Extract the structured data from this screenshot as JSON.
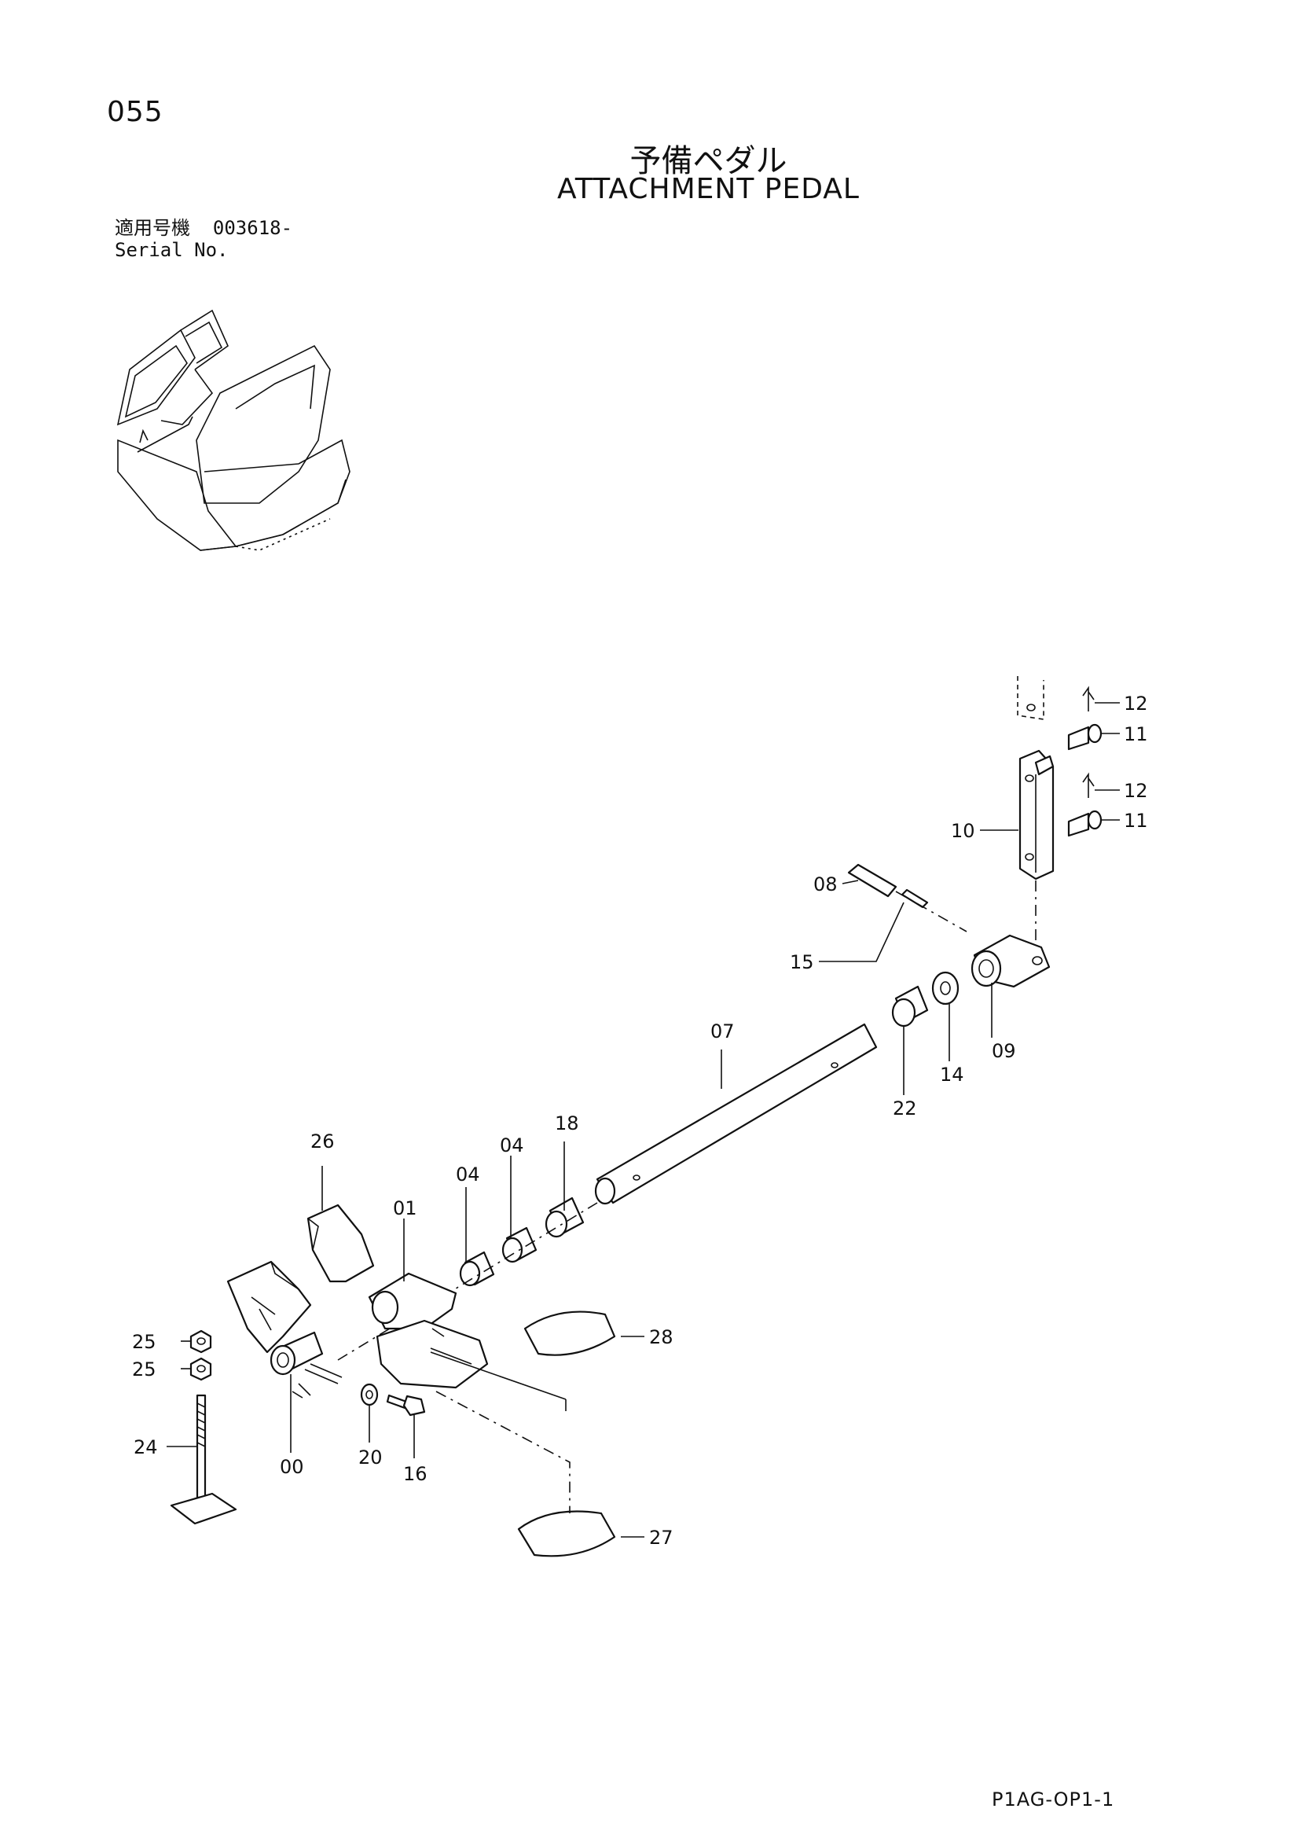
{
  "page": {
    "number": "055",
    "title_jp": "予備ペダル",
    "title_en": "ATTACHMENT PEDAL",
    "serial_label_jp": "適用号機",
    "serial_value": "003618-",
    "serial_label_en": "Serial No.",
    "footer_code": "P1AG-OP1-1"
  },
  "callouts": [
    {
      "id": "12",
      "label": "12"
    },
    {
      "id": "11",
      "label": "11"
    },
    {
      "id": "12b",
      "label": "12"
    },
    {
      "id": "11b",
      "label": "11"
    },
    {
      "id": "10",
      "label": "10"
    },
    {
      "id": "08",
      "label": "08"
    },
    {
      "id": "15",
      "label": "15"
    },
    {
      "id": "09",
      "label": "09"
    },
    {
      "id": "14",
      "label": "14"
    },
    {
      "id": "22",
      "label": "22"
    },
    {
      "id": "07",
      "label": "07"
    },
    {
      "id": "18",
      "label": "18"
    },
    {
      "id": "04a",
      "label": "04"
    },
    {
      "id": "04b",
      "label": "04"
    },
    {
      "id": "26",
      "label": "26"
    },
    {
      "id": "01",
      "label": "01"
    },
    {
      "id": "28",
      "label": "28"
    },
    {
      "id": "25a",
      "label": "25"
    },
    {
      "id": "25b",
      "label": "25"
    },
    {
      "id": "24",
      "label": "24"
    },
    {
      "id": "00",
      "label": "00"
    },
    {
      "id": "20",
      "label": "20"
    },
    {
      "id": "16",
      "label": "16"
    },
    {
      "id": "27",
      "label": "27"
    }
  ]
}
